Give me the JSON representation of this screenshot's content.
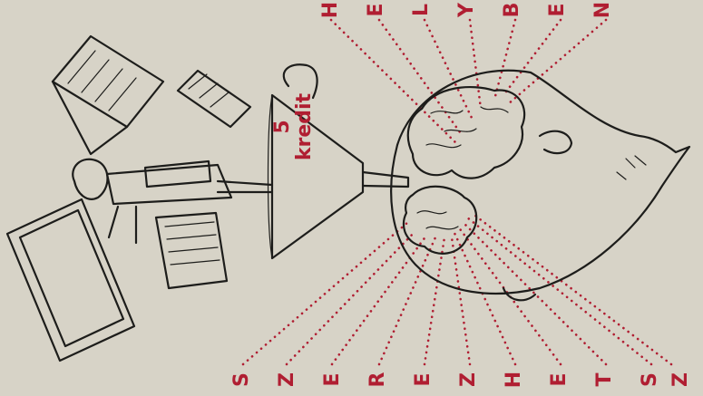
{
  "funnel": {
    "line1": "5",
    "line2": "kredit"
  },
  "top_word": [
    "H",
    "E",
    "L",
    "Y",
    "B",
    "E",
    "N"
  ],
  "bottom_word": [
    "S",
    "Z",
    "E",
    "R",
    "E",
    "Z",
    "H",
    "E",
    "T",
    "S",
    "Z"
  ],
  "colors": {
    "background": "#d7d3c7",
    "accent": "#b01e32",
    "ink": "#1d1d1b"
  }
}
